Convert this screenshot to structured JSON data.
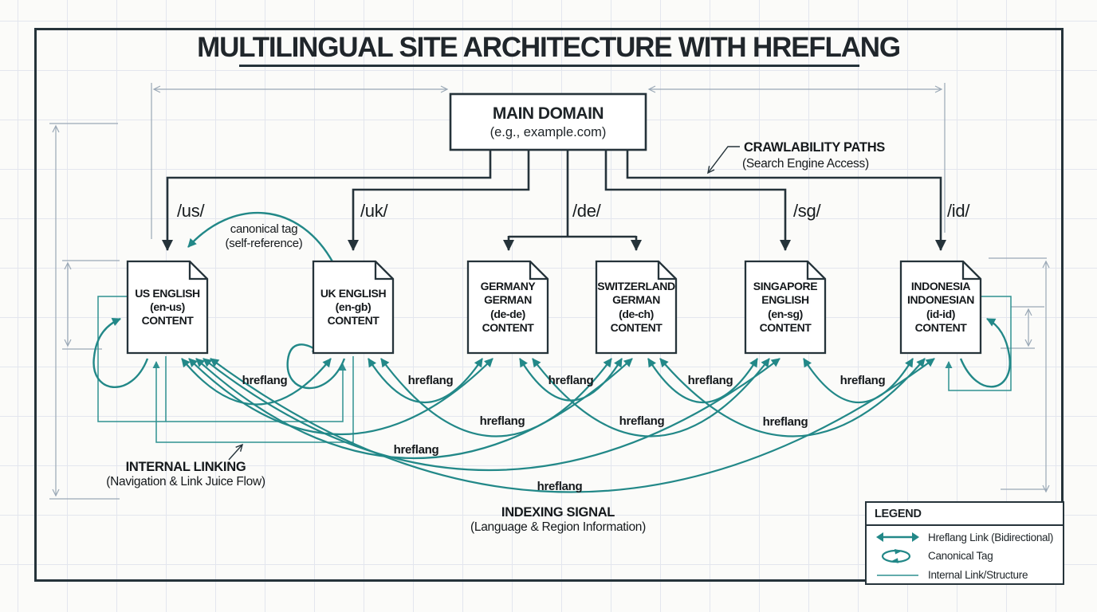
{
  "title": "MULTILINGUAL SITE ARCHITECTURE WITH HREFLANG",
  "main_domain": {
    "line1": "MAIN DOMAIN",
    "line2": "(e.g., example.com)"
  },
  "paths": {
    "us": "/us/",
    "uk": "/uk/",
    "de": "/de/",
    "sg": "/sg/",
    "id": "/id/"
  },
  "annotations": {
    "crawlability": {
      "line1": "CRAWLABILITY PATHS",
      "line2": "(Search Engine Access)"
    },
    "canonical": {
      "line1": "canonical tag",
      "line2": "(self-reference)"
    },
    "internal_linking": {
      "line1": "INTERNAL LINKING",
      "line2": "(Navigation & Link Juice Flow)"
    },
    "indexing_signal": {
      "line1": "INDEXING SIGNAL",
      "line2": "(Language & Region Information)"
    },
    "hreflang": "hreflang"
  },
  "pages": [
    {
      "lines": [
        "US ENGLISH",
        "(en-us)",
        "CONTENT"
      ]
    },
    {
      "lines": [
        "UK ENGLISH",
        "(en-gb)",
        "CONTENT"
      ]
    },
    {
      "lines": [
        "GERMANY",
        "GERMAN",
        "(de-de)",
        "CONTENT"
      ]
    },
    {
      "lines": [
        "SWITZERLAND",
        "GERMAN",
        "(de-ch)",
        "CONTENT"
      ]
    },
    {
      "lines": [
        "SINGAPORE",
        "ENGLISH",
        "(en-sg)",
        "CONTENT"
      ]
    },
    {
      "lines": [
        "INDONESIA",
        "INDONESIAN",
        "(id-id)",
        "CONTENT"
      ]
    }
  ],
  "legend": {
    "title": "LEGEND",
    "items": [
      {
        "label": "Hreflang Link (Bidirectional)"
      },
      {
        "label": "Canonical Tag"
      },
      {
        "label": "Internal Link/Structure"
      }
    ]
  },
  "colors": {
    "teal": "#228888",
    "dark": "#25333a",
    "dimension": "#9aa8b6",
    "grid": "#e3e6ee",
    "background": "#fbfbf9"
  }
}
